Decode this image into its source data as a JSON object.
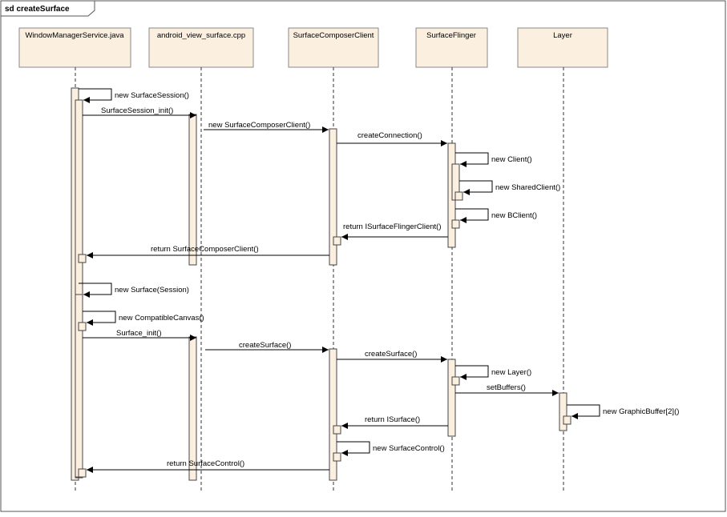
{
  "diagram": {
    "title": "sd createSurface",
    "lifelines": [
      {
        "name": "WindowManagerService.java"
      },
      {
        "name": "android_view_surface.cpp"
      },
      {
        "name": "SurfaceComposerClient"
      },
      {
        "name": "SurfaceFlinger"
      },
      {
        "name": "Layer"
      }
    ],
    "messages": [
      {
        "label": "new SurfaceSession()",
        "from": 0,
        "to": 0,
        "kind": "self"
      },
      {
        "label": "SurfaceSession_init()",
        "from": 0,
        "to": 1,
        "kind": "call"
      },
      {
        "label": "new SurfaceComposerClient()",
        "from": 1,
        "to": 2,
        "kind": "call"
      },
      {
        "label": "createConnection()",
        "from": 2,
        "to": 3,
        "kind": "call"
      },
      {
        "label": "new Client()",
        "from": 3,
        "to": 3,
        "kind": "self"
      },
      {
        "label": "new SharedClient()",
        "from": 3,
        "to": 3,
        "kind": "self"
      },
      {
        "label": "new BClient()",
        "from": 3,
        "to": 3,
        "kind": "self"
      },
      {
        "label": "return ISurfaceFlingerClient()",
        "from": 3,
        "to": 2,
        "kind": "return"
      },
      {
        "label": "return SurfaceComposerClient()",
        "from": 2,
        "to": 0,
        "kind": "return"
      },
      {
        "label": "new Surface(Session)",
        "from": 0,
        "to": 0,
        "kind": "self"
      },
      {
        "label": "new CompatibleCanvas()",
        "from": 0,
        "to": 0,
        "kind": "self"
      },
      {
        "label": "Surface_init()",
        "from": 0,
        "to": 1,
        "kind": "call"
      },
      {
        "label": "createSurface()",
        "from": 1,
        "to": 2,
        "kind": "call"
      },
      {
        "label": "createSurface()",
        "from": 2,
        "to": 3,
        "kind": "call"
      },
      {
        "label": "new Layer()",
        "from": 3,
        "to": 3,
        "kind": "self"
      },
      {
        "label": "setBuffers()",
        "from": 3,
        "to": 4,
        "kind": "call"
      },
      {
        "label": "new GraphicBuffer[2]()",
        "from": 4,
        "to": 4,
        "kind": "self"
      },
      {
        "label": "return ISurface()",
        "from": 3,
        "to": 2,
        "kind": "return"
      },
      {
        "label": "new SurfaceControl()",
        "from": 2,
        "to": 2,
        "kind": "self"
      },
      {
        "label": "return SurfaceControl()",
        "from": 2,
        "to": 0,
        "kind": "return"
      }
    ]
  }
}
